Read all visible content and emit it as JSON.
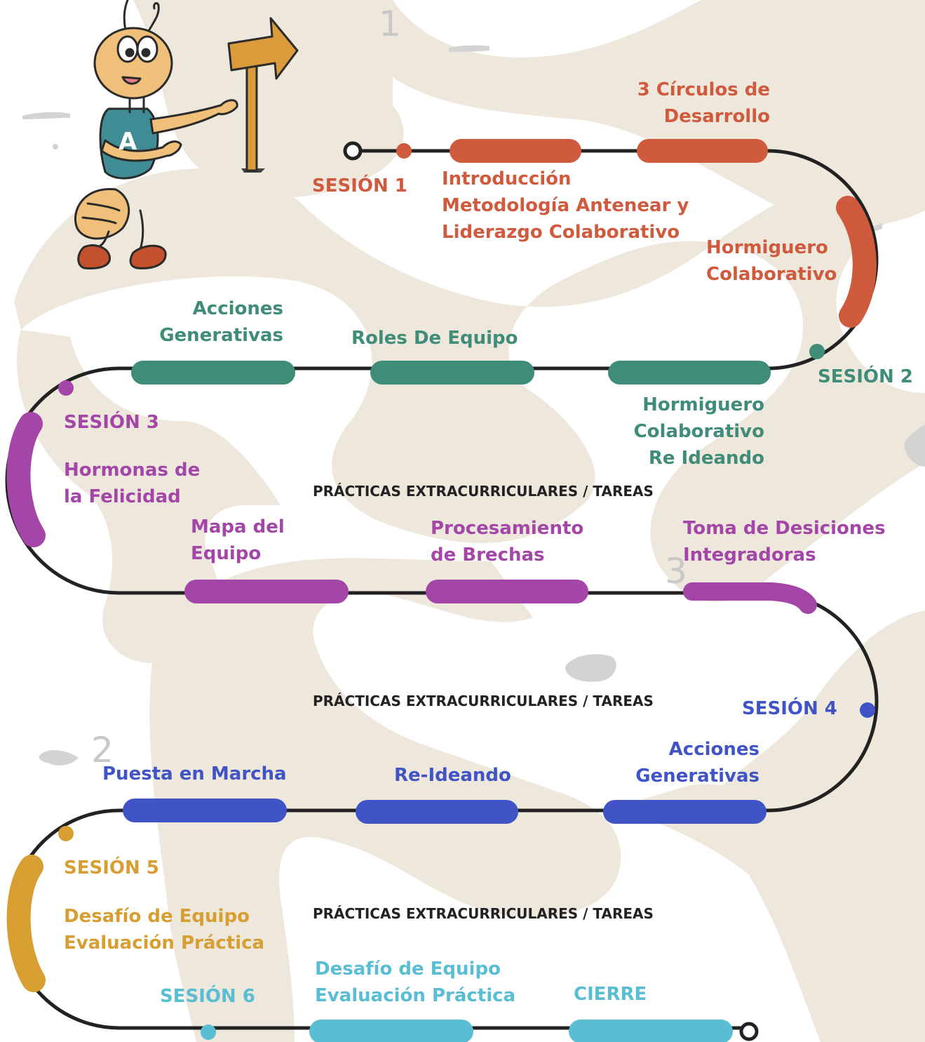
{
  "colors": {
    "session1": "#d05a3e",
    "session2": "#3f8c78",
    "session3": "#a446a8",
    "session4": "#4054c6",
    "session5": "#d79e32",
    "session6": "#59bed3",
    "path": "#222222",
    "background_blob": "#ede7dc"
  },
  "decor": {
    "num1": "1",
    "num2": "2",
    "num3": "3",
    "mascot_shirt_letter": "A"
  },
  "session1": {
    "label": "SESIÓN 1",
    "intro_lines": [
      "Introducción",
      "Metodología Antenear y",
      "Liderazgo Colaborativo"
    ],
    "circulos_lines": [
      "3 Círculos de",
      "Desarrollo"
    ],
    "hormiguero_lines": [
      "Hormiguero",
      "Colaborativo"
    ]
  },
  "session2": {
    "label": "SESIÓN 2",
    "acciones_lines": [
      "Acciones",
      "Generativas"
    ],
    "roles": "Roles De Equipo",
    "hormiguero_lines": [
      "Hormiguero",
      "Colaborativo",
      "Re Ideando"
    ]
  },
  "session3": {
    "label": "SESIÓN 3",
    "hormonas_lines": [
      "Hormonas de",
      "la Felicidad"
    ],
    "mapa_lines": [
      "Mapa del",
      "Equipo"
    ],
    "procesamiento_lines": [
      "Procesamiento",
      "de Brechas"
    ],
    "toma_lines": [
      "Toma de Desiciones",
      "Integradoras"
    ]
  },
  "practices": [
    "PRÁCTICAS EXTRACURRICULARES / TAREAS",
    "PRÁCTICAS EXTRACURRICULARES / TAREAS",
    "PRÁCTICAS EXTRACURRICULARES / TAREAS"
  ],
  "session4": {
    "label": "SESIÓN 4",
    "acciones_lines": [
      "Acciones",
      "Generativas"
    ],
    "reideando": "Re-Ideando",
    "puesta": "Puesta en Marcha"
  },
  "session5": {
    "label": "SESIÓN 5",
    "desafio_lines": [
      "Desafío de Equipo",
      "Evaluación Práctica"
    ]
  },
  "session6": {
    "label": "SESIÓN 6",
    "desafio_lines": [
      "Desafío de Equipo",
      "Evaluación Práctica"
    ],
    "cierre": "CIERRE"
  }
}
